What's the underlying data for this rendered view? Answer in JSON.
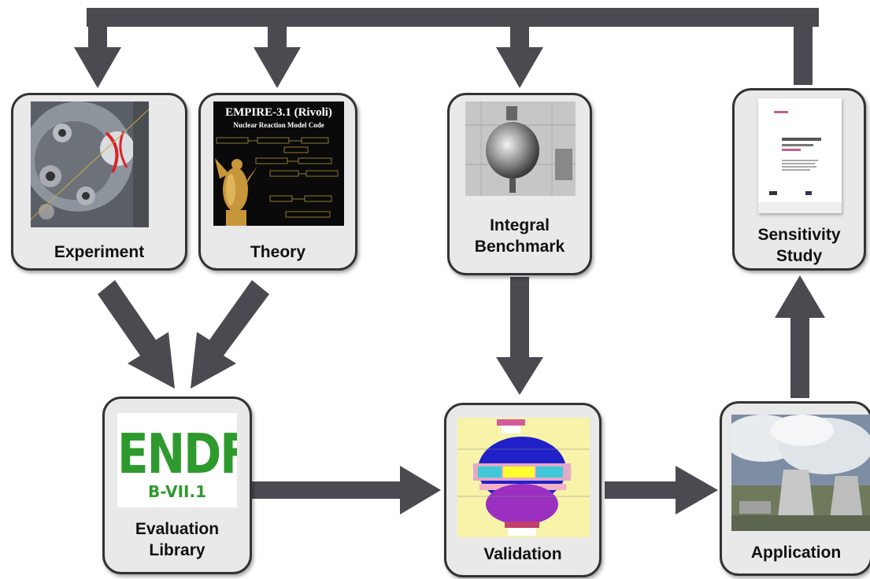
{
  "nodes": {
    "experiment": {
      "label": "Experiment"
    },
    "theory": {
      "label": "Theory",
      "image_title": "EMPIRE-3.1 (Rivoli)",
      "image_subtitle": "Nuclear Reaction Model Code"
    },
    "integral_benchmark": {
      "label": "Integral\nBenchmark"
    },
    "sensitivity_study": {
      "label": "Sensitivity\nStudy"
    },
    "evaluation_library": {
      "label": "Evaluation\nLibrary",
      "logo_main": "ENDF",
      "logo_sub": "B-VII.1"
    },
    "validation": {
      "label": "Validation"
    },
    "application": {
      "label": "Application"
    }
  },
  "colors": {
    "arrow": "#4a4a50",
    "node_fill": "#e9e9e9",
    "node_border": "#333333",
    "endf_green": "#2e9a2e"
  }
}
